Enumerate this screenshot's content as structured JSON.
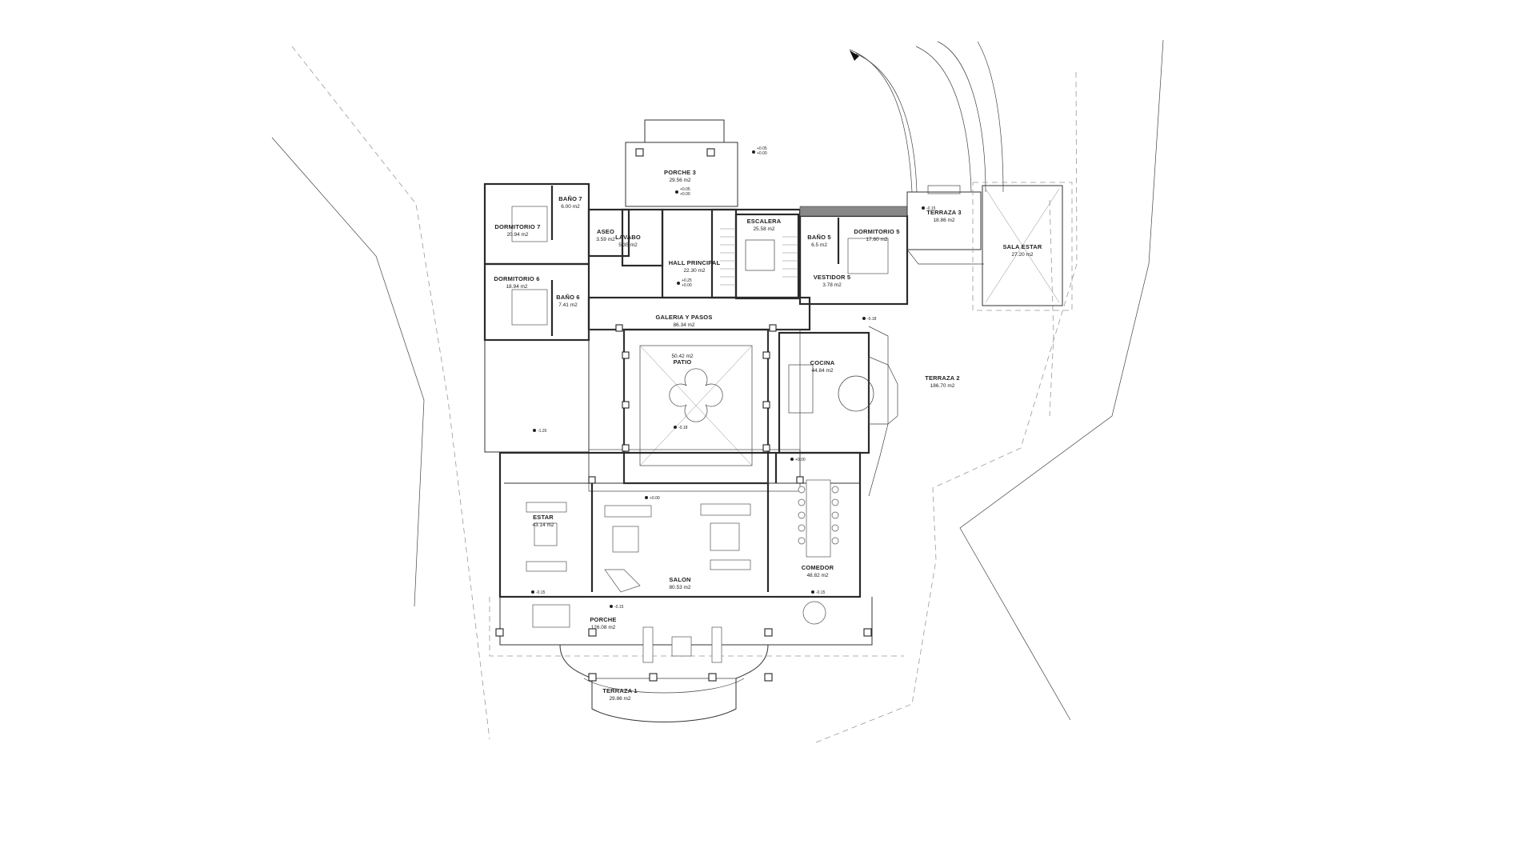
{
  "rooms": {
    "porche3": {
      "name": "PORCHE 3",
      "area": "29.56 m2"
    },
    "terraza3": {
      "name": "TERRAZA 3",
      "area": "18.86 m2"
    },
    "sala_estar": {
      "name": "SALA ESTAR",
      "area": "27.20 m2"
    },
    "dormitorio7": {
      "name": "DORMITORIO 7",
      "area": "20.94 m2"
    },
    "bano7": {
      "name": "BAÑO 7",
      "area": "6.00 m2"
    },
    "aseo": {
      "name": "ASEO",
      "area": "3.59 m2"
    },
    "lavabo": {
      "name": "LAVABO",
      "area": "5.35 m2"
    },
    "escalera": {
      "name": "ESCALERA",
      "area": "25.58 m2"
    },
    "hall": {
      "name": "HALL PRINCIPAL",
      "area": "22.30 m2"
    },
    "bano5": {
      "name": "BAÑO 5",
      "area": "6.5 m2"
    },
    "dormitorio5": {
      "name": "DORMITORIO 5",
      "area": "17.60 m2"
    },
    "vestidor5": {
      "name": "VESTIDOR 5",
      "area": "3.78 m2"
    },
    "dormitorio6": {
      "name": "DORMITORIO 6",
      "area": "18.94 m2"
    },
    "bano6": {
      "name": "BAÑO 6",
      "area": "7.41 m2"
    },
    "galeria": {
      "name": "GALERIA Y PASOS",
      "area": "86.34 m2"
    },
    "patio": {
      "name": "PATIO",
      "area": "50.42 m2"
    },
    "cocina": {
      "name": "COCINA",
      "area": "44.84 m2"
    },
    "terraza2": {
      "name": "TERRAZA 2",
      "area": "186.70 m2"
    },
    "estar": {
      "name": "ESTAR",
      "area": "43.14 m2"
    },
    "salon": {
      "name": "SALON",
      "area": "80.53 m2"
    },
    "comedor": {
      "name": "COMEDOR",
      "area": "48.82 m2"
    },
    "porche": {
      "name": "PORCHE",
      "area": "126.08 m2"
    },
    "terraza1": {
      "name": "TERRAZA 1",
      "area": "29.86 m2"
    }
  },
  "levels": {
    "porche3": [
      "+0.05",
      "+0.00"
    ],
    "hall": [
      "+0.25",
      "+0.00"
    ],
    "entrada": [
      "+0.05",
      "+0.00"
    ],
    "terraza3": "-0.15",
    "cocina": "-0.18",
    "patio": "-0.18",
    "dorm6": "-1.20",
    "salon_n": "+0.00",
    "comedor_n": "+0.00",
    "estar_s": "-0.15",
    "comedor_s": "-0.15",
    "porche": "-0.15"
  },
  "colors": {
    "ink": "#222222",
    "guide": "#999999",
    "background": "#ffffff"
  }
}
